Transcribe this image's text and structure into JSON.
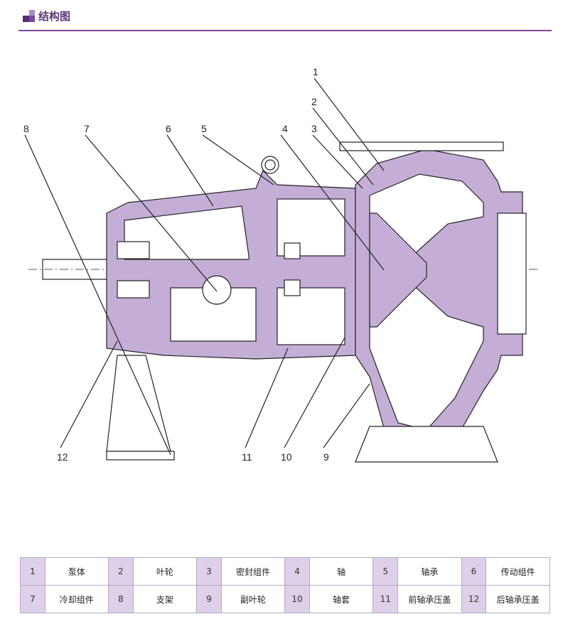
{
  "header": {
    "title": "结构图",
    "icon": "purple-squares-icon"
  },
  "diagram": {
    "callouts": [
      "1",
      "2",
      "3",
      "4",
      "5",
      "6",
      "7",
      "8",
      "9",
      "10",
      "11",
      "12"
    ]
  },
  "parts": [
    {
      "num": "1",
      "name": "泵体"
    },
    {
      "num": "2",
      "name": "叶轮"
    },
    {
      "num": "3",
      "name": "密封组件"
    },
    {
      "num": "4",
      "name": "轴"
    },
    {
      "num": "5",
      "name": "轴承"
    },
    {
      "num": "6",
      "name": "传动组件"
    },
    {
      "num": "7",
      "name": "冷却组件"
    },
    {
      "num": "8",
      "name": "支架"
    },
    {
      "num": "9",
      "name": "副叶轮"
    },
    {
      "num": "10",
      "name": "轴套"
    },
    {
      "num": "11",
      "name": "前轴承压盖"
    },
    {
      "num": "12",
      "name": "后轴承压盖"
    }
  ],
  "colors": {
    "accent": "#7a4a9a",
    "fill": "#c4aed6",
    "cell": "#ddd0e8"
  }
}
